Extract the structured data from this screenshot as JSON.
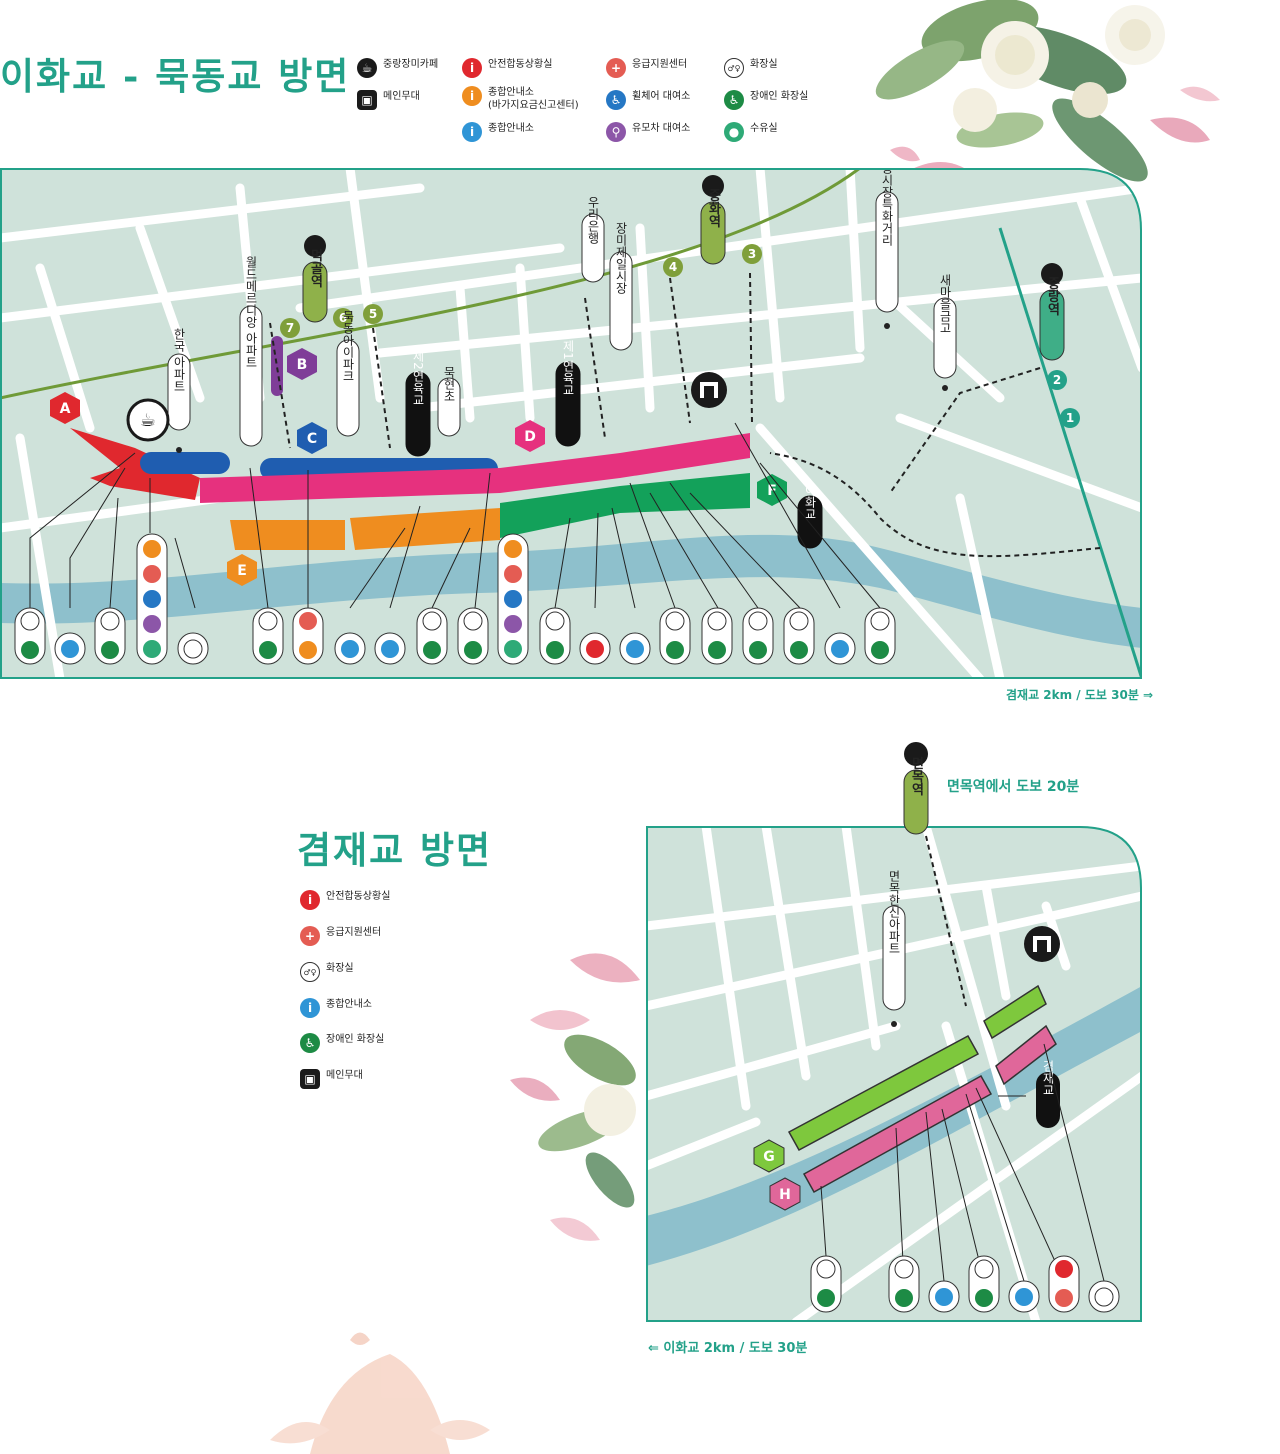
{
  "titles": {
    "section1": "이화교 - 묵동교 방면",
    "section2": "겸재교 방면"
  },
  "legend1": {
    "cafe": "중랑장미카페",
    "main_stage": "메인무대",
    "safety_room": "안전합동상황실",
    "info_center_orange": "종합안내소",
    "info_center_orange_sub": "(바가지요금신고센터)",
    "info_center": "종합안내소",
    "emergency": "응급지원센터",
    "wheelchair_rental": "휠체어 대여소",
    "stroller_rental": "유모차 대여소",
    "toilet": "화장실",
    "accessible_toilet": "장애인 화장실",
    "nursing": "수유실"
  },
  "legend2": {
    "safety_room": "안전합동상황실",
    "emergency": "응급지원센터",
    "toilet": "화장실",
    "info_center": "종합안내소",
    "accessible_toilet": "장애인 화장실",
    "main_stage": "메인무대"
  },
  "map1": {
    "stations": {
      "meokgol": "먹골역",
      "junghwa": "중화역",
      "jungnang": "중랑역"
    },
    "exits": [
      "7",
      "6",
      "5",
      "4",
      "3",
      "2",
      "1"
    ],
    "zones": [
      "A",
      "B",
      "C",
      "D",
      "E",
      "F"
    ],
    "labels": {
      "hanguk_apt": "한국 아파트",
      "world_meridian": "월드메르디앙 아파트",
      "mukdong_ipark": "묵동아이파크",
      "bridge2": "제2연육교",
      "mukhyeon": "묵현초",
      "bridge1": "제1연육교",
      "woori_bank": "우리은행",
      "jangmi_market": "장미제일시장",
      "taereung_street": "태릉시장특화거리",
      "saemaeul": "새마을금고",
      "ihwa_bridge": "이화교"
    },
    "walk_note": "겸재교 2km / 도보 30분 ⇒"
  },
  "map2": {
    "station": "면목역",
    "station_walk": "면목역에서 도보 20분",
    "zones": [
      "G",
      "H"
    ],
    "labels": {
      "myeonmok_apt": "면목한신아파트",
      "gyeomjae_bridge": "겸재교"
    },
    "walk_note": "⇐ 이화교 2km / 도보 30분"
  },
  "colors": {
    "accent": "#23a189",
    "map_bg": "#cfe2da",
    "river": "#8ec0cc",
    "road": "#ffffff",
    "rail": "#6f9a37",
    "zone_red": "#e0282e",
    "zone_blue": "#1f5db0",
    "zone_pink": "#e6317e",
    "zone_orange": "#ef8d1f",
    "zone_green": "#13a15a",
    "zone_purple": "#7f3d98",
    "zone_lime": "#7ec83d",
    "zone_rose": "#e0679a"
  }
}
